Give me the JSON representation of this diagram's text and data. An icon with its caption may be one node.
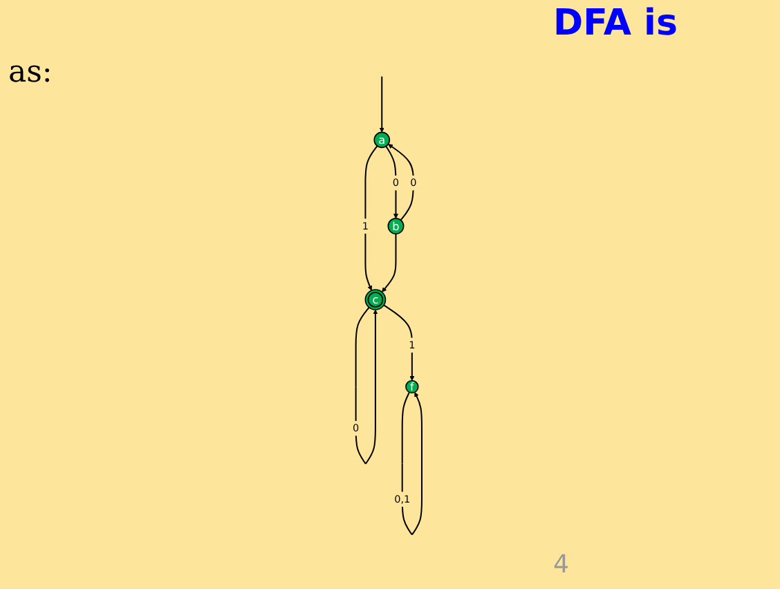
{
  "diagram": {
    "nodes": [
      {
        "text": [
          "a"
        ]
      },
      {
        "text": [
          "b"
        ]
      },
      {
        "text": [
          "c"
        ]
      },
      {
        "text": [
          "f"
        ]
      }
    ],
    "edges": [
      {
        "from": null,
        "to": 0,
        "arrow": "to"
      },
      {
        "from": 0,
        "to": 1,
        "arrow": "to",
        "label": "0"
      },
      {
        "from": 1,
        "to": 0,
        "arrow": "to",
        "label": "0"
      },
      {
        "from": 0,
        "to": 2,
        "arrow": "to",
        "label": "1"
      },
      {
        "from": 1,
        "to": 2,
        "arrow": "to"
      },
      {
        "from": 2,
        "to": 2,
        "arrow": "to",
        "label": "0"
      },
      {
        "from": 2,
        "to": 3,
        "arrow": "to",
        "label": "1"
      },
      {
        "from": 3,
        "to": 3,
        "arrow": "to",
        "label": "0,1"
      }
    ],
    "labels": [
      "DFA is",
      "as:",
      "4"
    ]
  }
}
